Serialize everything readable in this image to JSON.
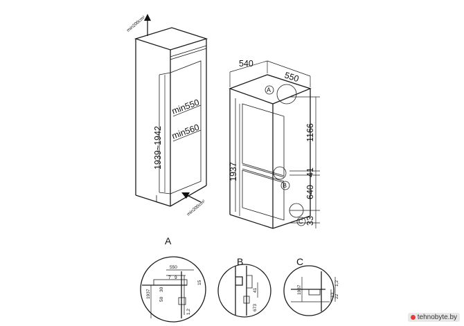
{
  "left_diagram": {
    "top_clearance": "min200cm²",
    "bottom_clearance": "min200cm²",
    "height_range": "1939~1942",
    "min_width": "min550",
    "min_depth": "min560"
  },
  "right_diagram": {
    "depth": "540",
    "width": "550",
    "height": "1937",
    "upper_section": "1166",
    "gap": "41",
    "lower_section": "640",
    "bottom_offset": "33",
    "marker_a": "A",
    "marker_b": "B",
    "marker_c": "C"
  },
  "details": {
    "a": {
      "caption": "A",
      "dims": [
        "550",
        "7",
        "9",
        "15",
        "1937",
        "30",
        "50",
        "1,2"
      ]
    },
    "b": {
      "caption": "B",
      "dims": [
        "41",
        "673"
      ]
    },
    "c": {
      "caption": "C",
      "dims": [
        "1937",
        "1,2",
        "13",
        "22"
      ]
    }
  },
  "watermark": "tehnobyte.by"
}
